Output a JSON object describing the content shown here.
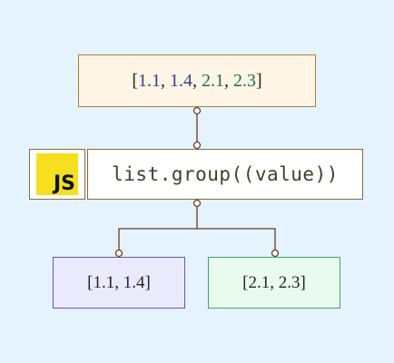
{
  "input": {
    "open": "[",
    "values": [
      "1.1",
      "1.4",
      "2.1",
      "2.3"
    ],
    "sep": ", ",
    "close": "]"
  },
  "logo": {
    "text": "JS",
    "color": "#f6df1e"
  },
  "code": {
    "text": "list.group((value))"
  },
  "outputs": [
    {
      "text": "[1.1, 1.4]"
    },
    {
      "text": "[2.1, 2.3]"
    }
  ],
  "colors": {
    "background": "#e5f3fd",
    "input_fill": "#fef5e6",
    "group1_fill": "#ebeafd",
    "group2_fill": "#e8fbee",
    "connector": "#6b3a1e"
  }
}
